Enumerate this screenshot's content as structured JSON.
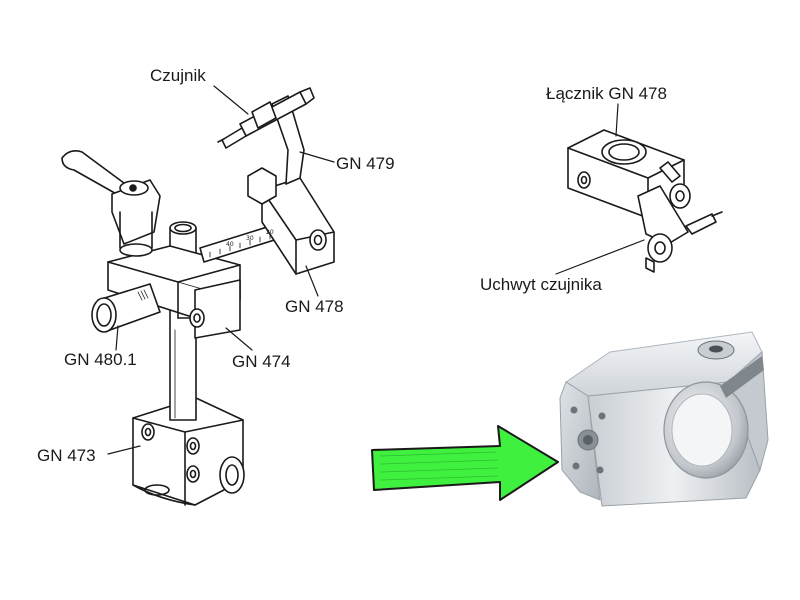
{
  "labels": {
    "czujnik": "Czujnik",
    "gn479": "GN 479",
    "gn478_left": "GN 478",
    "gn474": "GN 474",
    "gn480_1": "GN 480.1",
    "gn473": "GN 473",
    "lacznik": "Łącznik  GN 478",
    "uchwyt": "Uchwyt czujnika"
  },
  "scale_ticks": [
    "40",
    "30",
    "20"
  ],
  "colors": {
    "arrow_fill": "#3ff03f",
    "line_ink": "#1a1a1a",
    "metal_light": "#e9ecef",
    "metal_dark": "#9aa1a8"
  }
}
